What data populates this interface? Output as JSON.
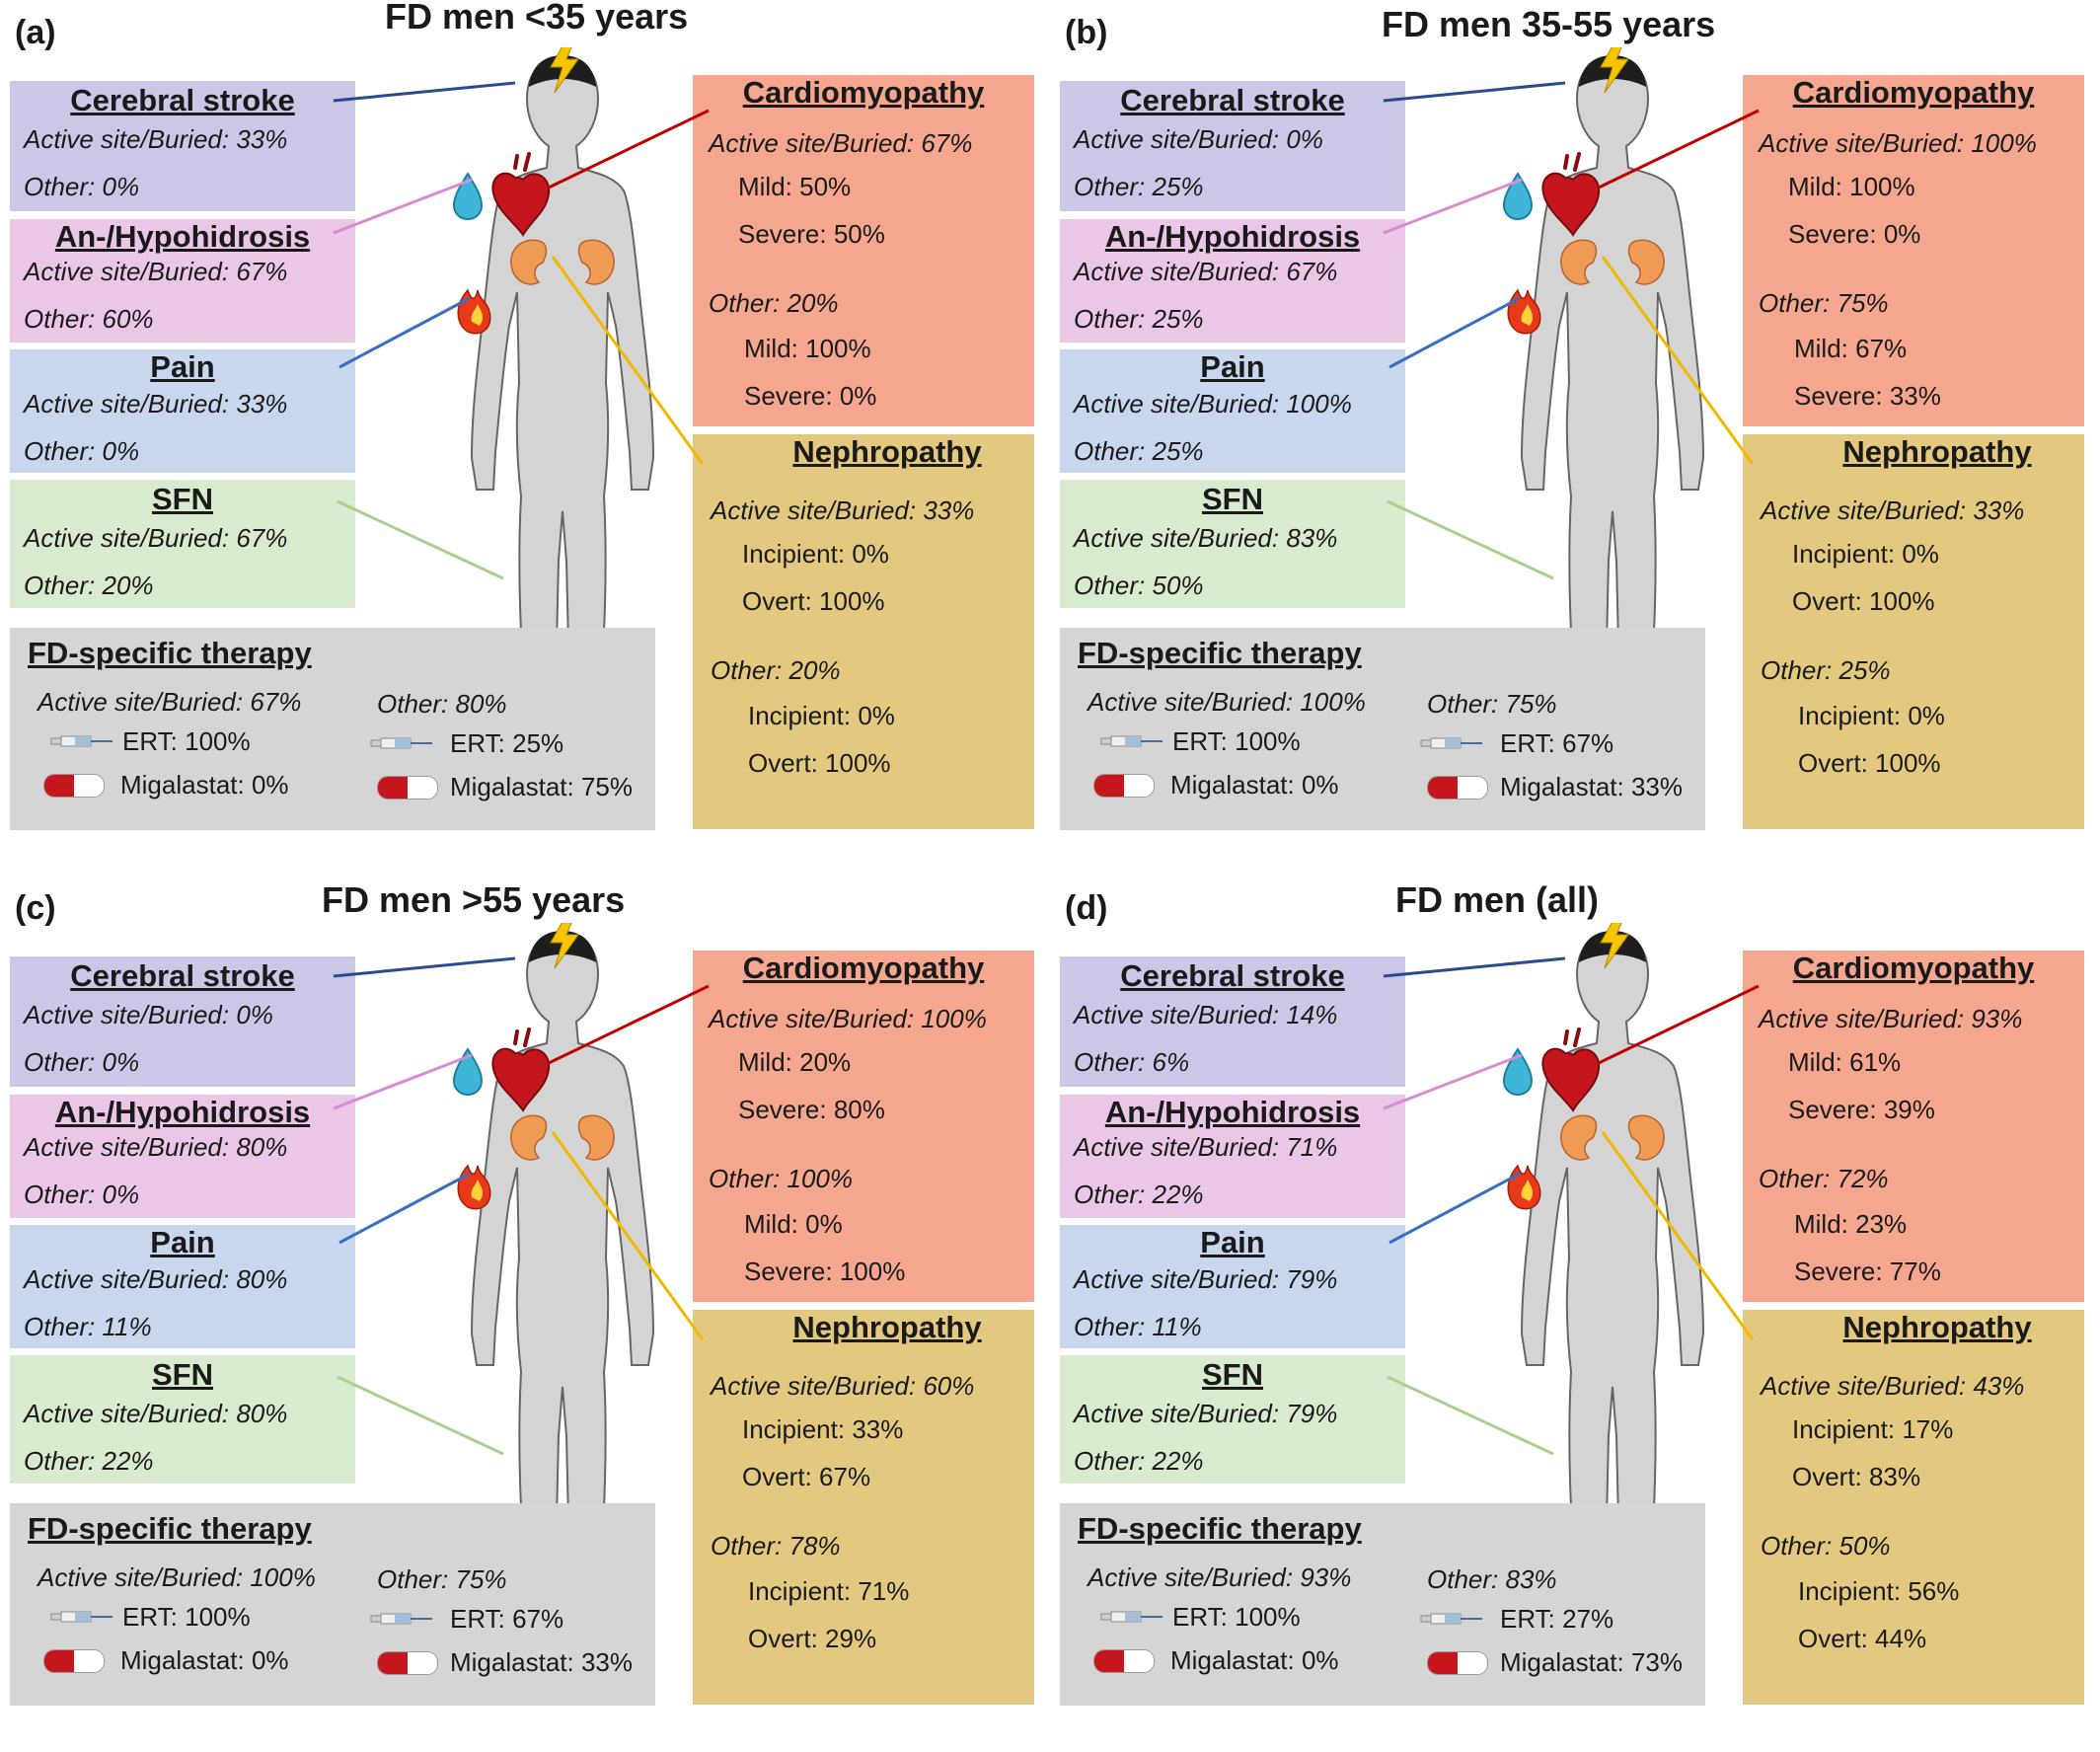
{
  "common": {
    "headings": {
      "stroke": "Cerebral stroke",
      "anhid": "An-/Hypohidrosis",
      "pain": "Pain",
      "sfn": "SFN",
      "therapy": "FD-specific therapy",
      "cardio": "Cardiomyopathy",
      "neph": "Nephropathy"
    },
    "labels": {
      "active": "Active site/Buried:",
      "other": "Other:",
      "mild": "Mild:",
      "severe": "Severe:",
      "incipient": "Incipient:",
      "overt": "Overt:",
      "ert": "ERT:",
      "migalastat": "Migalastat:"
    }
  },
  "colors": {
    "stroke_box": "#cbc7e6",
    "anhid_box": "#eac7e6",
    "pain_box": "#c8d6ee",
    "sfn_box": "#d8ebcf",
    "therapy_box": "#d5d5d5",
    "cardio_box": "#f4a68e",
    "neph_box": "#e3c880",
    "body": "#d4d4d4",
    "stroke_line": "#2a4b8d",
    "anhid_line": "#d98bd3",
    "pain_line": "#3a6ec0",
    "sfn_line": "#a9d18e",
    "cardio_line": "#c00000",
    "neph_line": "#f2b800"
  },
  "icons": [
    "lightning-icon",
    "sweat-drop-icon",
    "heart-icon",
    "kidney-icon",
    "flame-icon",
    "syringe-icon",
    "capsule-icon"
  ],
  "panels": [
    {
      "label": "(a)",
      "title": "FD men <35 years",
      "stroke": {
        "active": "33%",
        "other": "0%"
      },
      "anhid": {
        "active": "67%",
        "other": "60%"
      },
      "pain": {
        "active": "33%",
        "other": "0%"
      },
      "sfn": {
        "active": "67%",
        "other": "20%"
      },
      "cardio": {
        "active": "67%",
        "active_mild": "50%",
        "active_severe": "50%",
        "other": "20%",
        "other_mild": "100%",
        "other_severe": "0%"
      },
      "neph": {
        "active": "33%",
        "active_incipient": "0%",
        "active_overt": "100%",
        "other": "20%",
        "other_incipient": "0%",
        "other_overt": "100%"
      },
      "therapy": {
        "active": "67%",
        "active_ert": "100%",
        "active_migalastat": "0%",
        "other": "80%",
        "other_ert": "25%",
        "other_migalastat": "75%"
      }
    },
    {
      "label": "(b)",
      "title": "FD men 35-55 years",
      "stroke": {
        "active": "0%",
        "other": "25%"
      },
      "anhid": {
        "active": "67%",
        "other": "25%"
      },
      "pain": {
        "active": "100%",
        "other": "25%"
      },
      "sfn": {
        "active": "83%",
        "other": "50%"
      },
      "cardio": {
        "active": "100%",
        "active_mild": "100%",
        "active_severe": "0%",
        "other": "75%",
        "other_mild": "67%",
        "other_severe": "33%"
      },
      "neph": {
        "active": "33%",
        "active_incipient": "0%",
        "active_overt": "100%",
        "other": "25%",
        "other_incipient": "0%",
        "other_overt": "100%"
      },
      "therapy": {
        "active": "100%",
        "active_ert": "100%",
        "active_migalastat": "0%",
        "other": "75%",
        "other_ert": "67%",
        "other_migalastat": "33%"
      }
    },
    {
      "label": "(c)",
      "title": "FD men >55 years",
      "stroke": {
        "active": "0%",
        "other": "0%"
      },
      "anhid": {
        "active": "80%",
        "other": "0%"
      },
      "pain": {
        "active": "80%",
        "other": "11%"
      },
      "sfn": {
        "active": "80%",
        "other": "22%"
      },
      "cardio": {
        "active": "100%",
        "active_mild": "20%",
        "active_severe": "80%",
        "other": "100%",
        "other_mild": "0%",
        "other_severe": "100%"
      },
      "neph": {
        "active": "60%",
        "active_incipient": "33%",
        "active_overt": "67%",
        "other": "78%",
        "other_incipient": "71%",
        "other_overt": "29%"
      },
      "therapy": {
        "active": "100%",
        "active_ert": "100%",
        "active_migalastat": "0%",
        "other": "75%",
        "other_ert": "67%",
        "other_migalastat": "33%"
      }
    },
    {
      "label": "(d)",
      "title": "FD men (all)",
      "stroke": {
        "active": "14%",
        "other": "6%"
      },
      "anhid": {
        "active": "71%",
        "other": "22%"
      },
      "pain": {
        "active": "79%",
        "other": "11%"
      },
      "sfn": {
        "active": "79%",
        "other": "22%"
      },
      "cardio": {
        "active": "93%",
        "active_mild": "61%",
        "active_severe": "39%",
        "other": "72%",
        "other_mild": "23%",
        "other_severe": "77%"
      },
      "neph": {
        "active": "43%",
        "active_incipient": "17%",
        "active_overt": "83%",
        "other": "50%",
        "other_incipient": "56%",
        "other_overt": "44%"
      },
      "therapy": {
        "active": "93%",
        "active_ert": "100%",
        "active_migalastat": "0%",
        "other": "83%",
        "other_ert": "27%",
        "other_migalastat": "73%"
      }
    }
  ]
}
